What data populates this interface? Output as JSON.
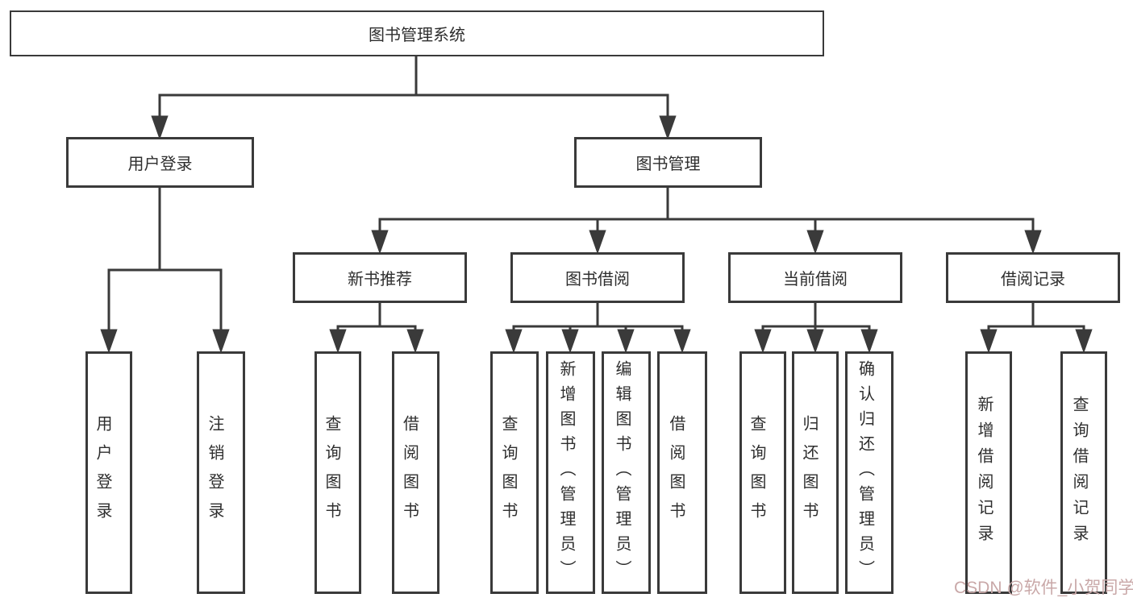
{
  "tree": {
    "label": "图书管理系统",
    "children": [
      {
        "label": "用户登录",
        "children": [
          {
            "label": "用户登录"
          },
          {
            "label": "注销登录"
          }
        ]
      },
      {
        "label": "图书管理",
        "children": [
          {
            "label": "新书推荐",
            "children": [
              {
                "label": "查询图书"
              },
              {
                "label": "借阅图书"
              }
            ]
          },
          {
            "label": "图书借阅",
            "children": [
              {
                "label": "查询图书"
              },
              {
                "label": "新增图书（管理员）"
              },
              {
                "label": "编辑图书（管理员）"
              },
              {
                "label": "借阅图书"
              }
            ]
          },
          {
            "label": "当前借阅",
            "children": [
              {
                "label": "查询图书"
              },
              {
                "label": "归还图书"
              },
              {
                "label": "确认归还（管理员）"
              }
            ]
          },
          {
            "label": "借阅记录",
            "children": [
              {
                "label": "新增借阅记录"
              },
              {
                "label": "查询借阅记录"
              }
            ]
          }
        ]
      }
    ]
  },
  "watermark": {
    "text": "CSDN @软件_小贺同学",
    "color": "#c9a8a8"
  },
  "colors": {
    "line": "#3a3a3a",
    "box_border": "#3a3a3a",
    "text": "#2e2e2e",
    "background": "#ffffff"
  }
}
